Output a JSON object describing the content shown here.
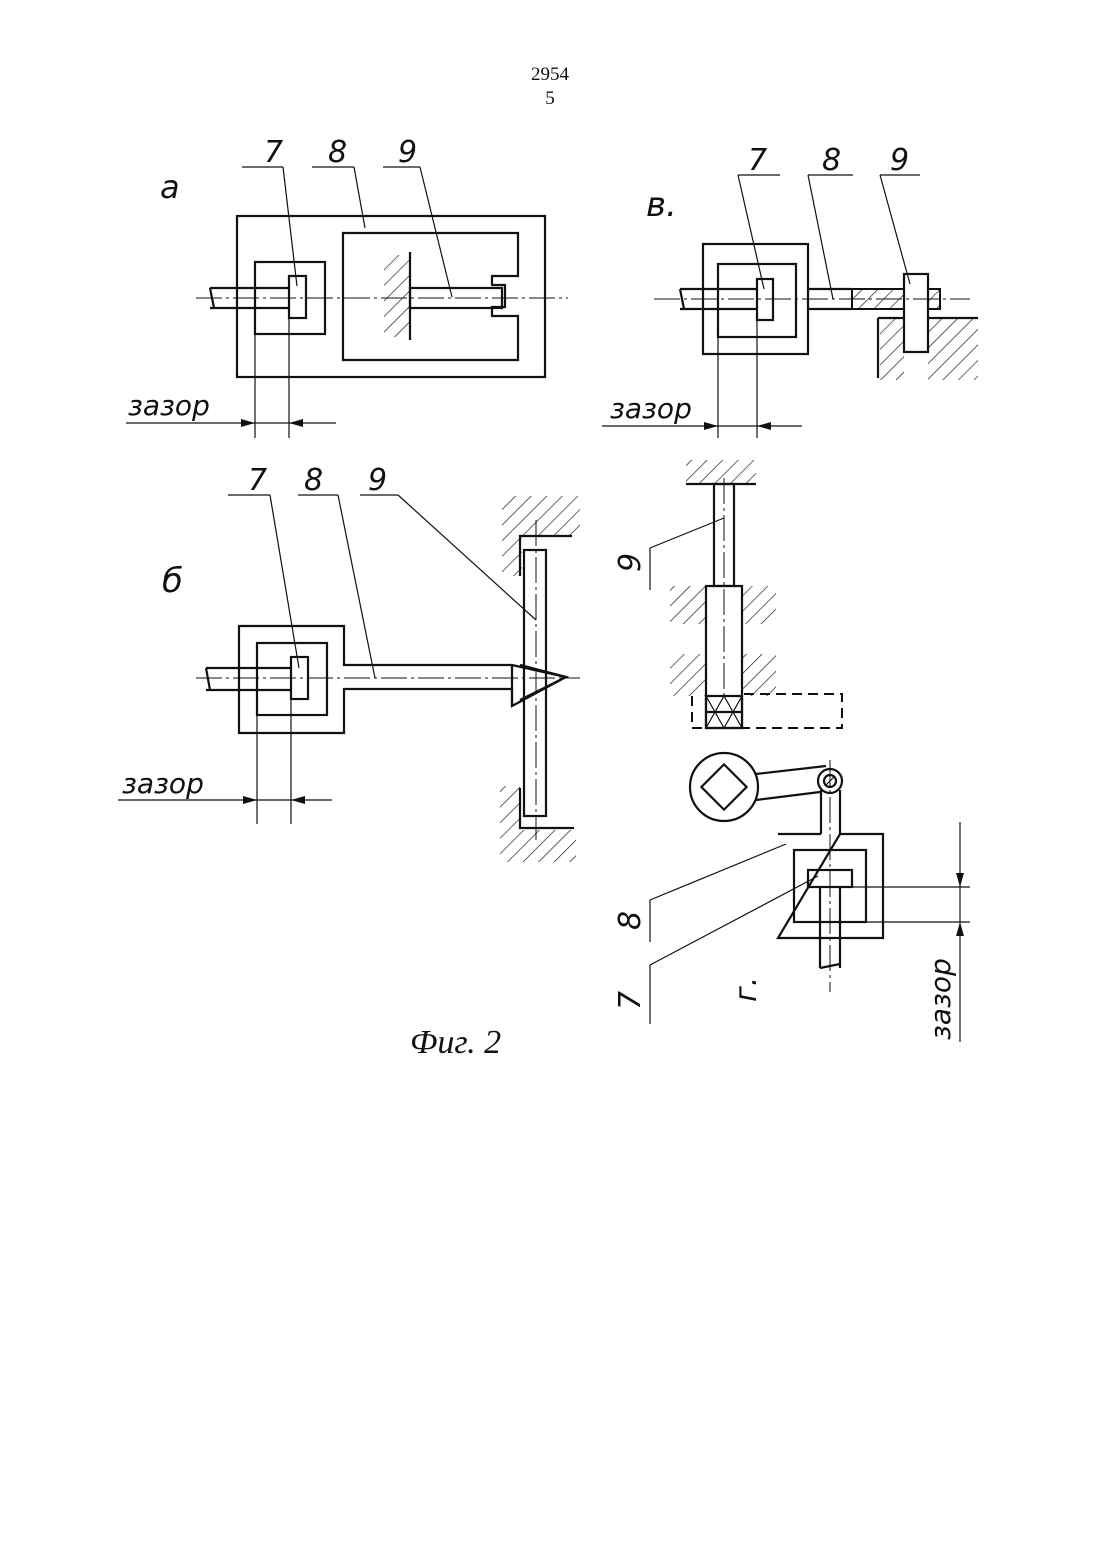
{
  "header": {
    "code": "2954",
    "page_number": "5"
  },
  "caption": "Фиг. 2",
  "views": {
    "a": {
      "letter": "а",
      "labels": [
        "7",
        "8",
        "9"
      ],
      "gap": "зазор"
    },
    "b": {
      "letter": "б",
      "labels": [
        "7",
        "8",
        "9"
      ],
      "gap": "зазор"
    },
    "v": {
      "letter": "в.",
      "labels": [
        "7",
        "8",
        "9"
      ],
      "gap": "зазор"
    },
    "g": {
      "letter": "г.",
      "labels": [
        "9",
        "8",
        "7"
      ],
      "gap": "зазор"
    }
  },
  "icons": [
    "hatch-pattern",
    "cross-box-icon",
    "pivot-circle-icon"
  ]
}
